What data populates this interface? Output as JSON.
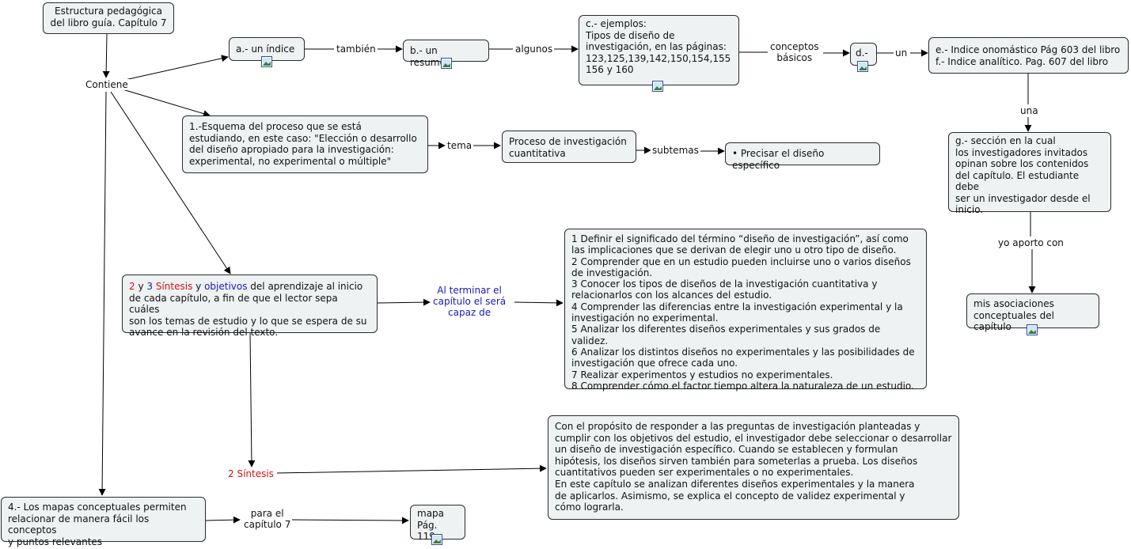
{
  "nodes": {
    "root": "Estructura pedagógica\ndel libro guía. Capítulo 7",
    "indice": "a.- un índice",
    "resumen": "b.- un resumen",
    "ejemplos": "c.- ejemplos:\nTipos de diseño de\ninvestigación, en las páginas:\n123,125,139,142,150,154,155\n156 y 160",
    "d": "d.-",
    "ef": "e.- Indice onomástico Pág 603 del libro\nf.- Indice analítico. Pag. 607 del libro",
    "g": "g.- sección en la cual\nlos investigadores invitados\nopinan sobre los contenidos\ndel capítulo. El estudiante debe\nser un investigador desde el\ninicio.",
    "asociaciones": "mis asociaciones\nconceptuales del capítulo",
    "esquema": "1.-Esquema del proceso que se está\nestudiando, en este caso: \"Elección o desarrollo\ndel diseño apropiado para la investigación:\nexperimental, no experimental o múltiple\"",
    "proceso": "Proceso de investigación\ncuantitativa",
    "precisar": "• Precisar el diseño específico",
    "sintesis_obj": {
      "n2": "2",
      "y1": " y ",
      "n3": "3",
      "sintesis": "Síntesis",
      "y2": " y ",
      "objetivos": "objetivos",
      "rest": " del aprendizaje al inicio\nde cada capítulo, a fin de que el lector sepa cuáles\nson los temas de estudio y lo que se espera de su\navance en la revisión del texto."
    },
    "objetivos_lista": "1 Definir el significado del término “diseño de investigación”, así como\nlas implicaciones que se derivan de elegir uno u otro tipo de diseño.\n2 Comprender que en un estudio pueden incluirse uno o varios diseños\nde investigación.\n3 Conocer los tipos de diseños de la investigación cuantitativa y\nrelacionarlos con los alcances del estudio.\n4 Comprender las diferencias entre la investigación experimental y la\ninvestigación no experimental.\n5 Analizar los diferentes diseños experimentales y sus grados de validez.\n6 Analizar los distintos diseños no experimentales y las posibilidades de\ninvestigación que ofrece cada uno.\n7 Realizar experimentos y estudios no experimentales.\n8 Comprender cómo el factor tiempo altera la naturaleza de un estudio.",
    "sintesis_texto": "Con el propósito de responder a las preguntas de investigación planteadas y\ncumplir con los objetivos del estudio, el investigador debe seleccionar o desarrollar\nun diseño de investigación específico. Cuando se establecen y formulan\nhipótesis, los diseños sirven también para someterlas a prueba. Los diseños\ncuantitativos pueden ser experimentales o no experimentales.\nEn este capítulo se analizan diferentes diseños experimentales y la manera\nde aplicarlos. Asimismo, se explica el concepto de validez experimental y\ncómo lograrla.",
    "mapas": "4.- Los mapas conceptuales permiten\nrelacionar de manera fácil los conceptos\ny puntos relevantes",
    "mapa": "mapa\nPág. 119"
  },
  "labels": {
    "contiene": "Contiene",
    "tambien": "también",
    "algunos": "algunos",
    "conceptos": "conceptos\nbásicos",
    "un": "un",
    "una": "una",
    "yo_aporto": "yo aporto con",
    "tema": "tema",
    "subtemas": "subtemas",
    "al_terminar": "Al terminar el\ncapítulo el será\ncapaz de",
    "sintesis2": "2 Síntesis",
    "para_el": "para el\ncapítulo 7"
  },
  "colors": {
    "node_fill": "#eef2f3",
    "border": "#2b2b2b",
    "red": "#d11414",
    "blue": "#1a1ab8",
    "icon_blue": "#2d4f9a"
  },
  "icons": [
    "image-icon"
  ]
}
